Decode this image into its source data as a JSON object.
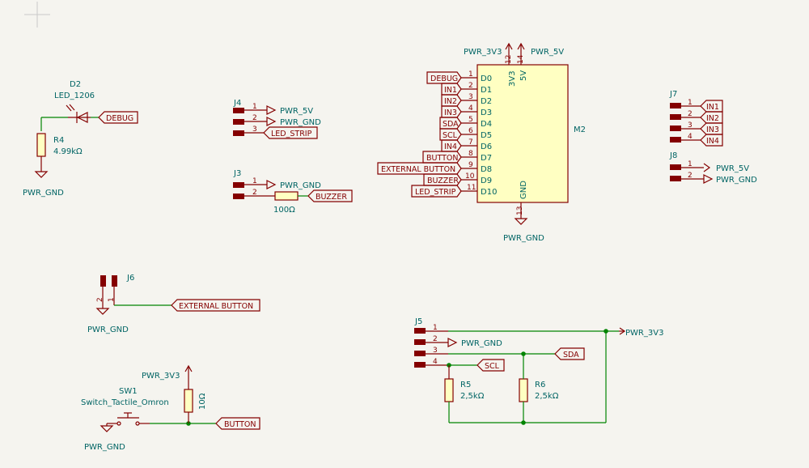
{
  "title_block": "",
  "d2": {
    "ref": "D2",
    "value": "LED_1206",
    "label": "DEBUG"
  },
  "r4": {
    "ref": "R4",
    "value": "4.99kΩ",
    "gnd": "PWR_GND"
  },
  "j4": {
    "ref": "J4",
    "pins": [
      "1",
      "2",
      "3"
    ],
    "nets": [
      "PWR_5V",
      "PWR_GND",
      "LED_STRIP"
    ]
  },
  "j3": {
    "ref": "J3",
    "pins": [
      "1",
      "2"
    ],
    "nets": [
      "PWR_GND",
      "BUZZER"
    ],
    "res_value": "100Ω"
  },
  "m2": {
    "ref": "M2",
    "top_power": [
      "PWR_3V3",
      "PWR_5V"
    ],
    "top_pins": [
      "12",
      "14"
    ],
    "top_names": [
      "3V3",
      "5V"
    ],
    "labels": [
      "DEBUG",
      "IN1",
      "IN2",
      "IN3",
      "SDA",
      "SCL",
      "IN4",
      "BUTTON",
      "EXTERNAL BUTTON",
      "BUZZER",
      "LED_STRIP"
    ],
    "pin_numbers": [
      "1",
      "2",
      "3",
      "4",
      "5",
      "6",
      "7",
      "8",
      "9",
      "10",
      "11"
    ],
    "pin_names": [
      "D0",
      "D1",
      "D2",
      "D3",
      "D4",
      "D5",
      "D6",
      "D7",
      "D8",
      "D9",
      "D10"
    ],
    "gnd_pin": "13",
    "gnd_name": "GND",
    "gnd_net": "PWR_GND"
  },
  "j7": {
    "ref": "J7",
    "pins": [
      "1",
      "2",
      "3",
      "4"
    ],
    "labels": [
      "IN1",
      "IN2",
      "IN3",
      "IN4"
    ]
  },
  "j8": {
    "ref": "J8",
    "pins": [
      "1",
      "2"
    ],
    "nets": [
      "PWR_5V",
      "PWR_GND"
    ]
  },
  "j6": {
    "ref": "J6",
    "pins": [
      "2",
      "1"
    ],
    "gnd": "PWR_GND",
    "label": "EXTERNAL BUTTON"
  },
  "sw1": {
    "ref": "SW1",
    "value": "Switch_Tactile_Omron",
    "gnd": "PWR_GND",
    "power": "PWR_3V3",
    "res_value": "10Ω",
    "label": "BUTTON"
  },
  "j5": {
    "ref": "J5",
    "pins": [
      "1",
      "2",
      "3",
      "4"
    ],
    "power": "PWR_3V3",
    "gnd": "PWR_GND",
    "labels": [
      "SDA",
      "SCL"
    ],
    "r5": {
      "ref": "R5",
      "value": "2,5kΩ"
    },
    "r6": {
      "ref": "R6",
      "value": "2,5kΩ"
    }
  }
}
